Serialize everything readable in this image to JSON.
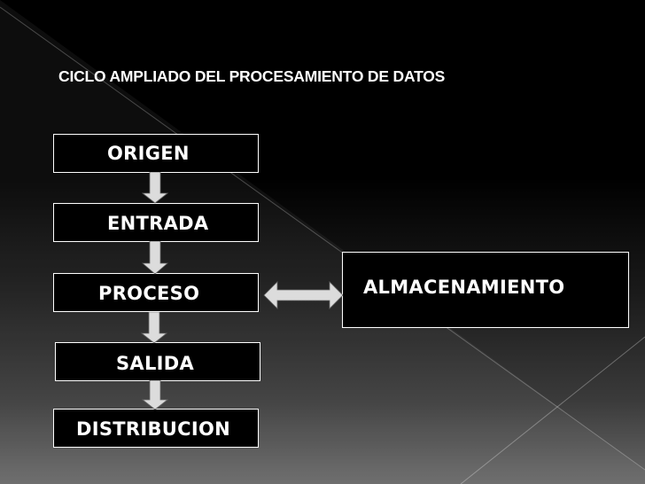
{
  "slide": {
    "title": "CICLO AMPLIADO DEL PROCESAMIENTO DE DATOS",
    "colors": {
      "background_top": "#000000",
      "background_bottom": "#686868",
      "box_fill": "#000000",
      "box_border": "#ffffff",
      "arrow_fill": "#dcdcdc"
    }
  },
  "flow": {
    "steps": [
      {
        "label": "ORIGEN"
      },
      {
        "label": "ENTRADA"
      },
      {
        "label": "PROCESO"
      },
      {
        "label": "SALIDA"
      },
      {
        "label": "DISTRIBUCION"
      }
    ],
    "side": {
      "label": "ALMACENAMIENTO"
    },
    "connectors": [
      {
        "from": "ORIGEN",
        "to": "ENTRADA",
        "icon": "down-arrow-icon"
      },
      {
        "from": "ENTRADA",
        "to": "PROCESO",
        "icon": "down-arrow-icon"
      },
      {
        "from": "PROCESO",
        "to": "SALIDA",
        "icon": "down-arrow-icon"
      },
      {
        "from": "SALIDA",
        "to": "DISTRIBUCION",
        "icon": "down-arrow-icon"
      },
      {
        "from": "PROCESO",
        "to": "ALMACENAMIENTO",
        "icon": "double-arrow-icon"
      }
    ]
  }
}
